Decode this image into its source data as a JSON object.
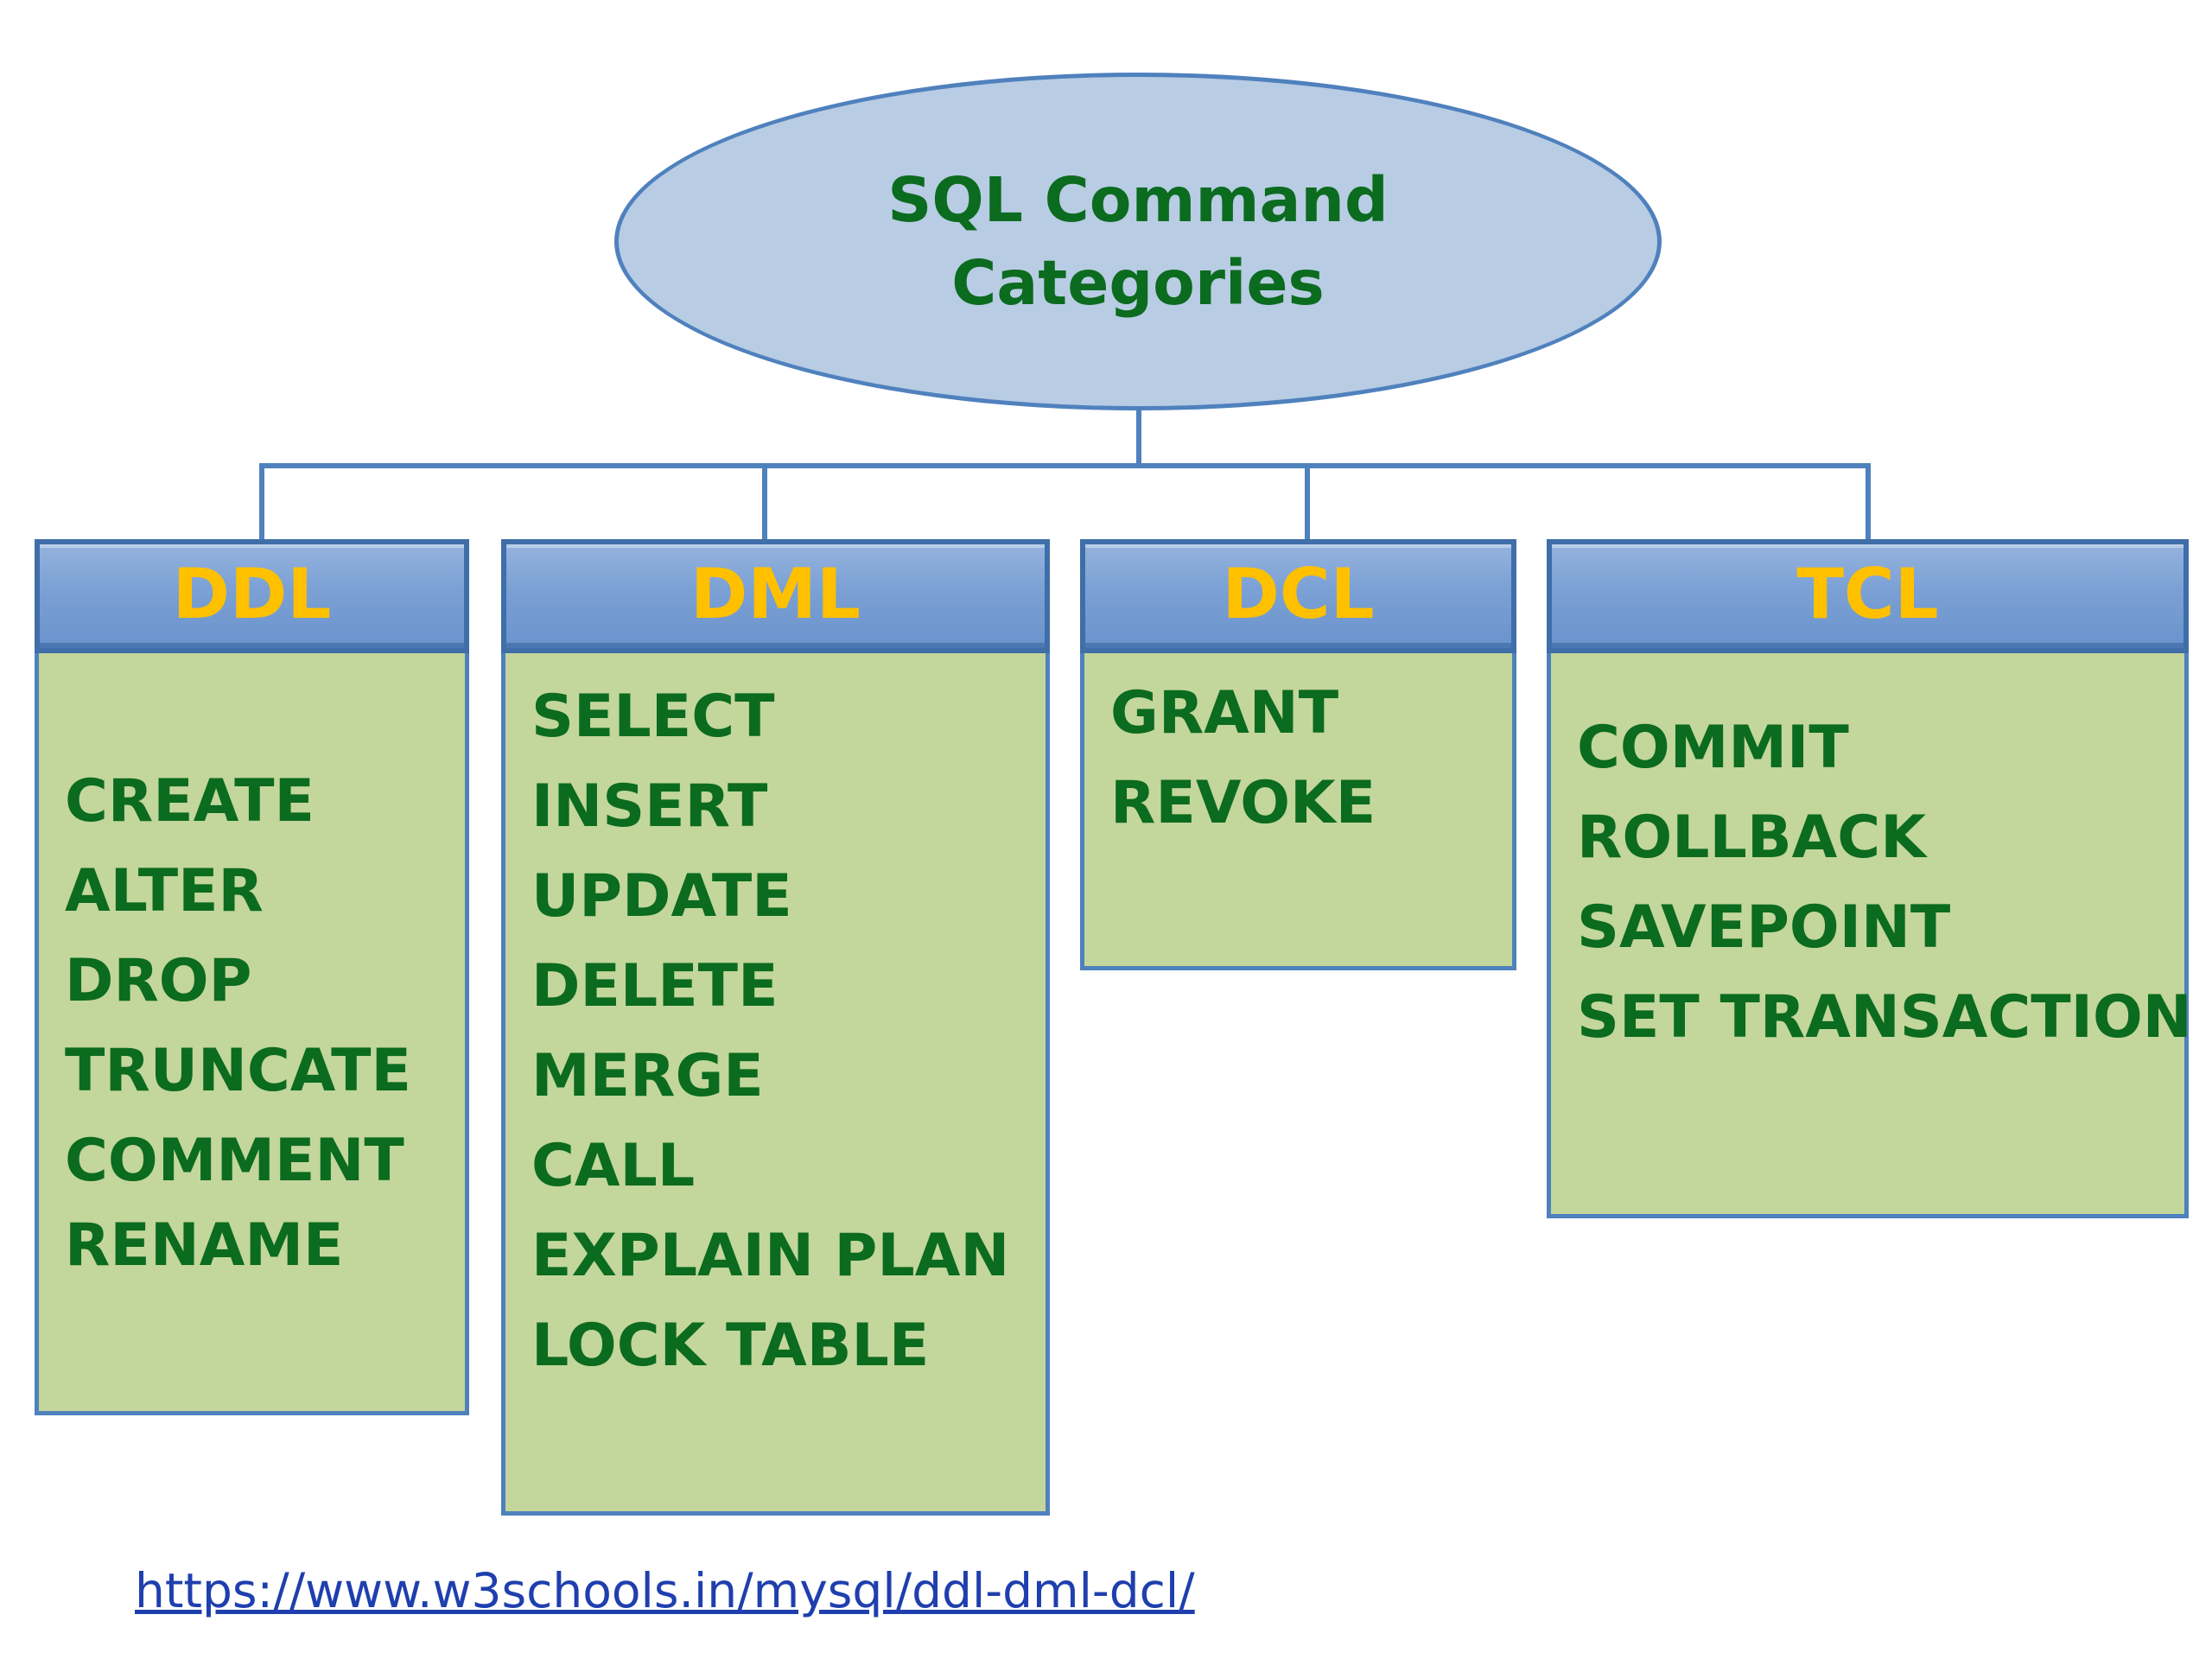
{
  "root": {
    "title": "SQL Command\nCategories"
  },
  "categories": [
    {
      "name": "DDL",
      "commands": [
        "CREATE",
        "ALTER",
        "DROP",
        "TRUNCATE",
        "COMMENT",
        "RENAME"
      ]
    },
    {
      "name": "DML",
      "commands": [
        "SELECT",
        "INSERT",
        "UPDATE",
        "DELETE",
        "MERGE",
        "CALL",
        "EXPLAIN PLAN",
        "LOCK TABLE"
      ]
    },
    {
      "name": "DCL",
      "commands": [
        "GRANT",
        "REVOKE"
      ]
    },
    {
      "name": "TCL",
      "commands": [
        "COMMIT",
        "ROLLBACK",
        "SAVEPOINT",
        "SET TRANSACTION"
      ]
    }
  ],
  "source_link": {
    "text": "https://www.w3schools.in/mysql/ddl-dml-dcl/"
  },
  "colors": {
    "ellipse_fill": "#b8cce4",
    "outline_blue": "#4f81bd",
    "header_fill": "#7aa0d4",
    "header_text": "#ffc000",
    "body_fill": "#c3d69b",
    "command_text": "#0b6b1f",
    "link_text": "#1f3fae"
  }
}
